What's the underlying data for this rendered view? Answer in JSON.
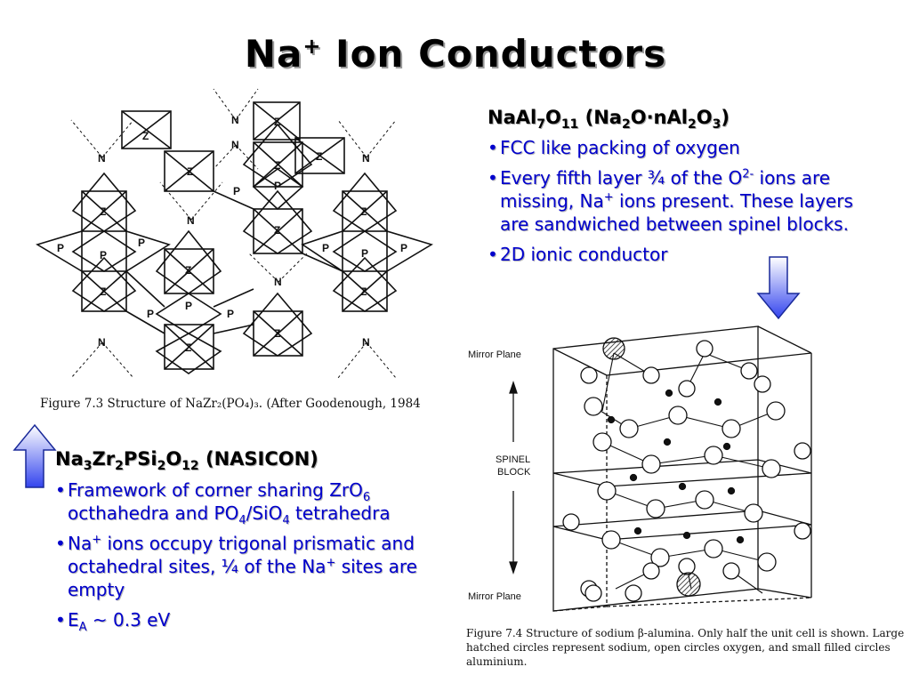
{
  "title": {
    "main": "Na",
    "sup": "+",
    "rest": " Ion Conductors"
  },
  "right_section": {
    "heading_parts": [
      "NaAl",
      "7",
      "O",
      "11",
      " (Na",
      "2",
      "O",
      "·",
      "nAl",
      "2",
      "O",
      "3",
      ")"
    ],
    "bullets": {
      "b1": "FCC like packing of oxygen",
      "b2_a": "Every fifth layer ¾ of the O",
      "b2_sup": "2-",
      "b2_b": " ions are missing, Na",
      "b2_sup2": "+",
      "b2_c": " ions present. These layers are sandwiched between spinel blocks.",
      "b3": "2D ionic conductor"
    }
  },
  "left_section": {
    "heading_parts": [
      "Na",
      "3",
      "Zr",
      "2",
      "PSi",
      "2",
      "O",
      "12",
      " (NASICON)"
    ],
    "bullets": {
      "b1_a": "Framework of corner sharing ZrO",
      "b1_sub1": "6",
      "b1_b": " octhahedra and PO",
      "b1_sub2": "4",
      "b1_c": "/SiO",
      "b1_sub3": "4",
      "b1_d": " tetrahedra",
      "b2_a": "Na",
      "b2_sup": "+",
      "b2_b": " ions occupy trigonal prismatic and octahedral sites, ¼ of the Na",
      "b2_sup2": "+",
      "b2_c": " sites are empty",
      "b3_a": "E",
      "b3_sub": "A",
      "b3_b": " ~ 0.3 eV"
    }
  },
  "figure_left": {
    "caption": "Figure 7.3    Structure of NaZr₂(PO₄)₃. (After Goodenough, 1984",
    "labels": {
      "z": "Z",
      "p": "P",
      "n": "N"
    }
  },
  "figure_right": {
    "label_top": "Mirror Plane",
    "label_mid1": "SPINEL",
    "label_mid2": "BLOCK",
    "label_bottom": "Mirror Plane",
    "caption_line1": "Figure 7.4    Structure of sodium β-alumina. Only half the unit cell is shown. Large",
    "caption_line2": "hatched circles represent sodium, open circles oxygen, and small filled circles",
    "caption_line3": "aluminium."
  },
  "colors": {
    "bullet_text": "#0000cc",
    "arrow_top": "#ffffff",
    "arrow_bottom": "#3344ee"
  }
}
